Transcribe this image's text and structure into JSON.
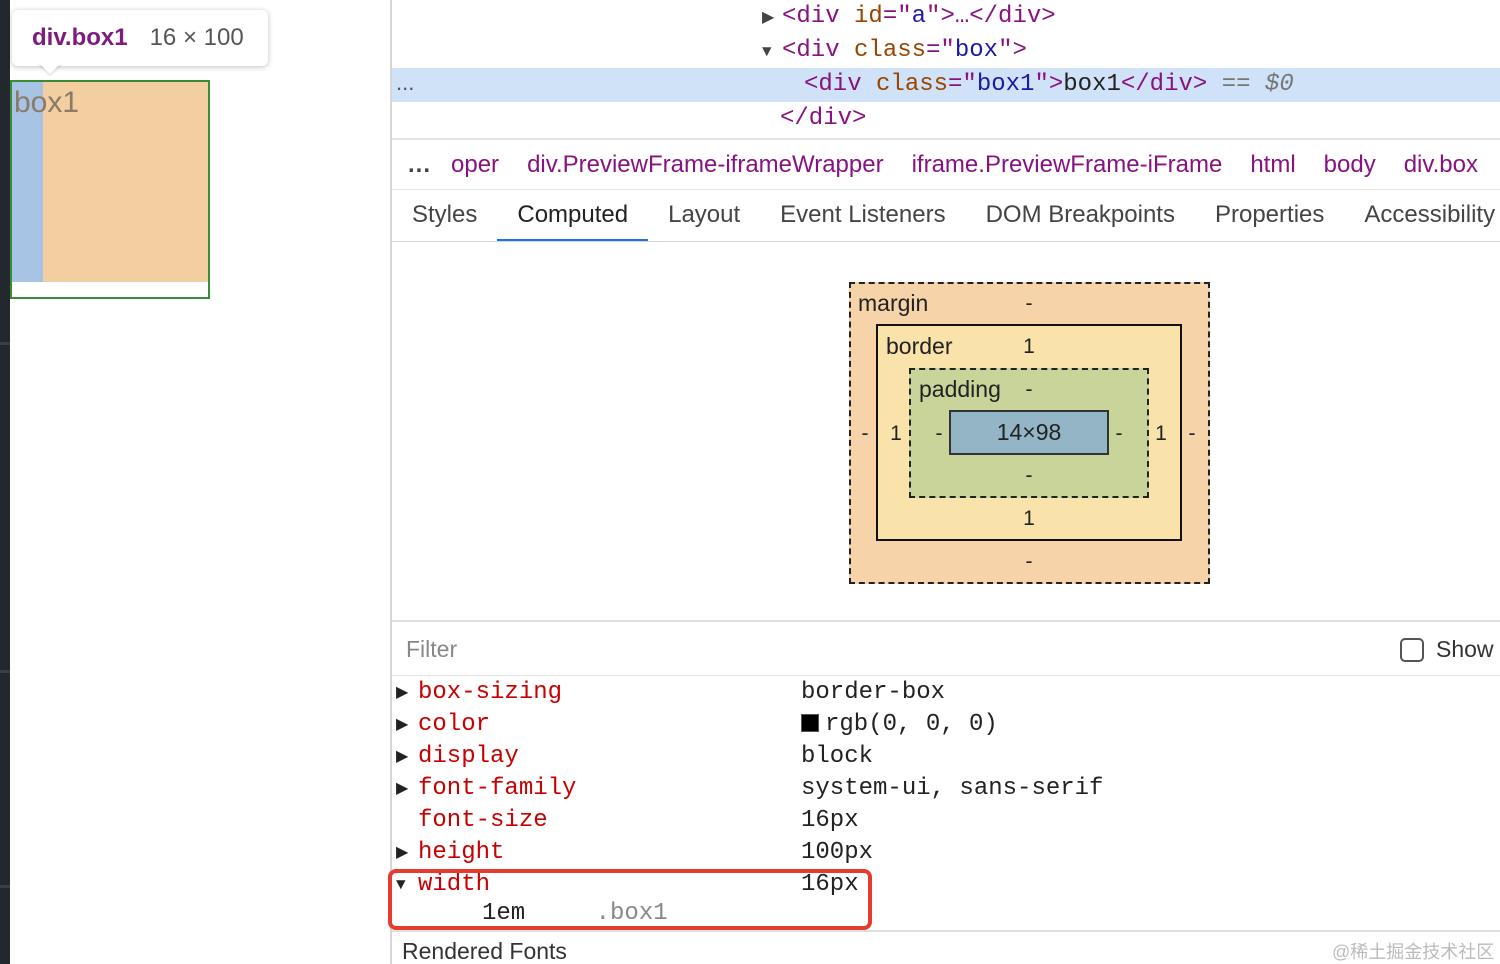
{
  "tooltip": {
    "element": "div.box1",
    "size": "16 × 100"
  },
  "preview": {
    "box_text": "box1"
  },
  "dom_tree": {
    "line1": {
      "open": "<div ",
      "attr": "id",
      "eq": "=\"",
      "val": "a",
      "close": "\">…</div>"
    },
    "line2": {
      "open": "<div ",
      "attr": "class",
      "eq": "=\"",
      "val": "box",
      "close": "\">"
    },
    "line3": {
      "open": "<div ",
      "attr": "class",
      "eq": "=\"",
      "val": "box1",
      "close": "\">",
      "text": "box1",
      "end": "</div>",
      "marker": "==",
      "var": "$0"
    },
    "line4": {
      "close": "</div>"
    },
    "more": "..."
  },
  "breadcrumbs": {
    "more": "...",
    "items": [
      "oper",
      "div.PreviewFrame-iframeWrapper",
      "iframe.PreviewFrame-iFrame",
      "html",
      "body",
      "div.box"
    ]
  },
  "tabs": [
    "Styles",
    "Computed",
    "Layout",
    "Event Listeners",
    "DOM Breakpoints",
    "Properties",
    "Accessibility"
  ],
  "active_tab": "Computed",
  "box_model": {
    "margin_label": "margin",
    "margin_top": "-",
    "margin_bottom": "-",
    "margin_left": "-",
    "margin_right": "-",
    "border_label": "border",
    "border_top": "1",
    "border_bottom": "1",
    "border_left": "1",
    "border_right": "1",
    "padding_label": "padding",
    "padding_top": "-",
    "padding_bottom": "-",
    "padding_left": "-",
    "padding_right": "-",
    "content": "14×98"
  },
  "filter": {
    "placeholder": "Filter",
    "show_label": "Show"
  },
  "computed": [
    {
      "name": "box-sizing",
      "value": "border-box"
    },
    {
      "name": "color",
      "value": "rgb(0, 0, 0)"
    },
    {
      "name": "display",
      "value": "block"
    },
    {
      "name": "font-family",
      "value": "system-ui, sans-serif"
    },
    {
      "name": "font-size",
      "value": "16px"
    },
    {
      "name": "height",
      "value": "100px"
    },
    {
      "name": "width",
      "value": "16px"
    }
  ],
  "width_trace": {
    "value": "1em",
    "selector": ".box1"
  },
  "rendered_fonts_label": "Rendered Fonts",
  "watermark": "@稀土掘金技术社区",
  "colors": {
    "highlight": "#e63b2e",
    "tab_accent": "#1a73e8",
    "prop_name": "#c80000"
  }
}
